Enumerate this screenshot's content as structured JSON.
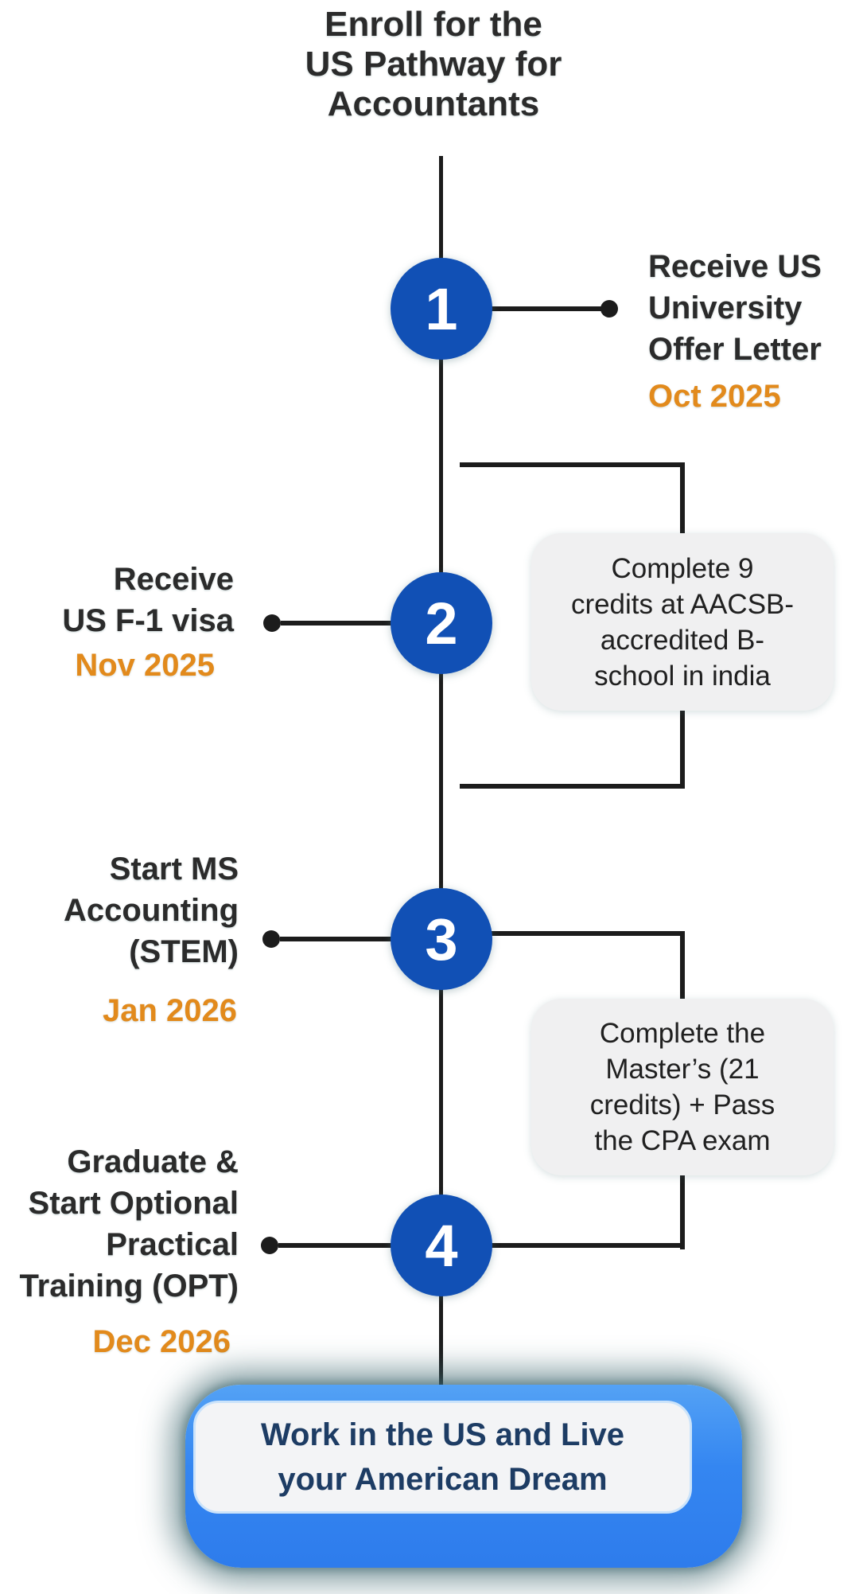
{
  "title": "Enroll for the\nUS Pathway for\nAccountants",
  "colors": {
    "circle_blue": "#1150b5",
    "date_orange": "#e28a1c",
    "text_dark": "#2b2b2b",
    "card_gray": "#f0f0f1",
    "outcome_blue": "#3486f1",
    "outcome_text_navy": "#1d3c64",
    "glow_teal": "#3a646c",
    "line_black": "#1c1c1c"
  },
  "steps": [
    {
      "number": "1",
      "side": "right",
      "label": "Receive US\nUniversity\nOffer Letter",
      "date": "Oct 2025"
    },
    {
      "number": "2",
      "side": "left",
      "label": "Receive\nUS F-1 visa",
      "date": "Nov 2025"
    },
    {
      "number": "3",
      "side": "left",
      "label": "Start MS\nAccounting\n(STEM)",
      "date": "Jan 2026"
    },
    {
      "number": "4",
      "side": "left",
      "label": "Graduate &\nStart Optional\nPractical\nTraining (OPT)",
      "date": "Dec 2026"
    }
  ],
  "cards": [
    {
      "text": "Complete 9\ncredits at AACSB-\naccredited B-\nschool in india"
    },
    {
      "text": "Complete the\nMaster’s (21\ncredits) + Pass\nthe CPA exam"
    }
  ],
  "outcome": {
    "text": "Work in the US and Live\nyour American Dream"
  }
}
